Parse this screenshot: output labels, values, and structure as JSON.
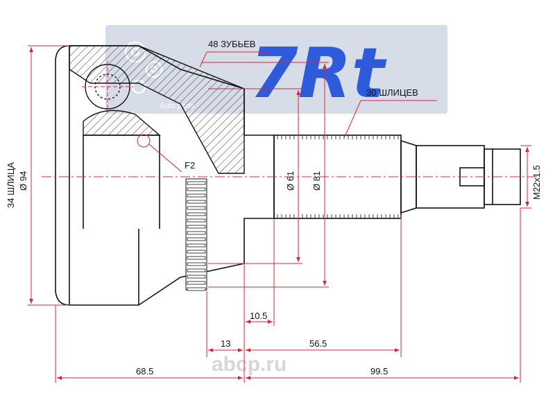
{
  "labels": {
    "teeth": "48 ЗУБЬЕВ",
    "outer_splines": "30 ШЛИЦЕВ",
    "inner_splines": "34 ШЛИЦА",
    "inner_diameter": "Ø 94",
    "d61": "Ø 61",
    "d81": "Ø 81",
    "thread": "M22x1.5",
    "f2": "F2",
    "dim_10_5": "10.5",
    "dim_13": "13",
    "dim_56_5": "56.5",
    "dim_68_5": "68.5",
    "dim_99_5": "99.5"
  },
  "watermark": {
    "brand": "7Rt",
    "subtitle": "Auto parts",
    "site": "abcp.ru",
    "brand_color": "#2e5bd9",
    "banner_color": "#d6dde9",
    "abcp_color": "#d7d7d7"
  },
  "colors": {
    "line": "#111111",
    "dimension": "#e0203a",
    "hatch": "#333333"
  }
}
